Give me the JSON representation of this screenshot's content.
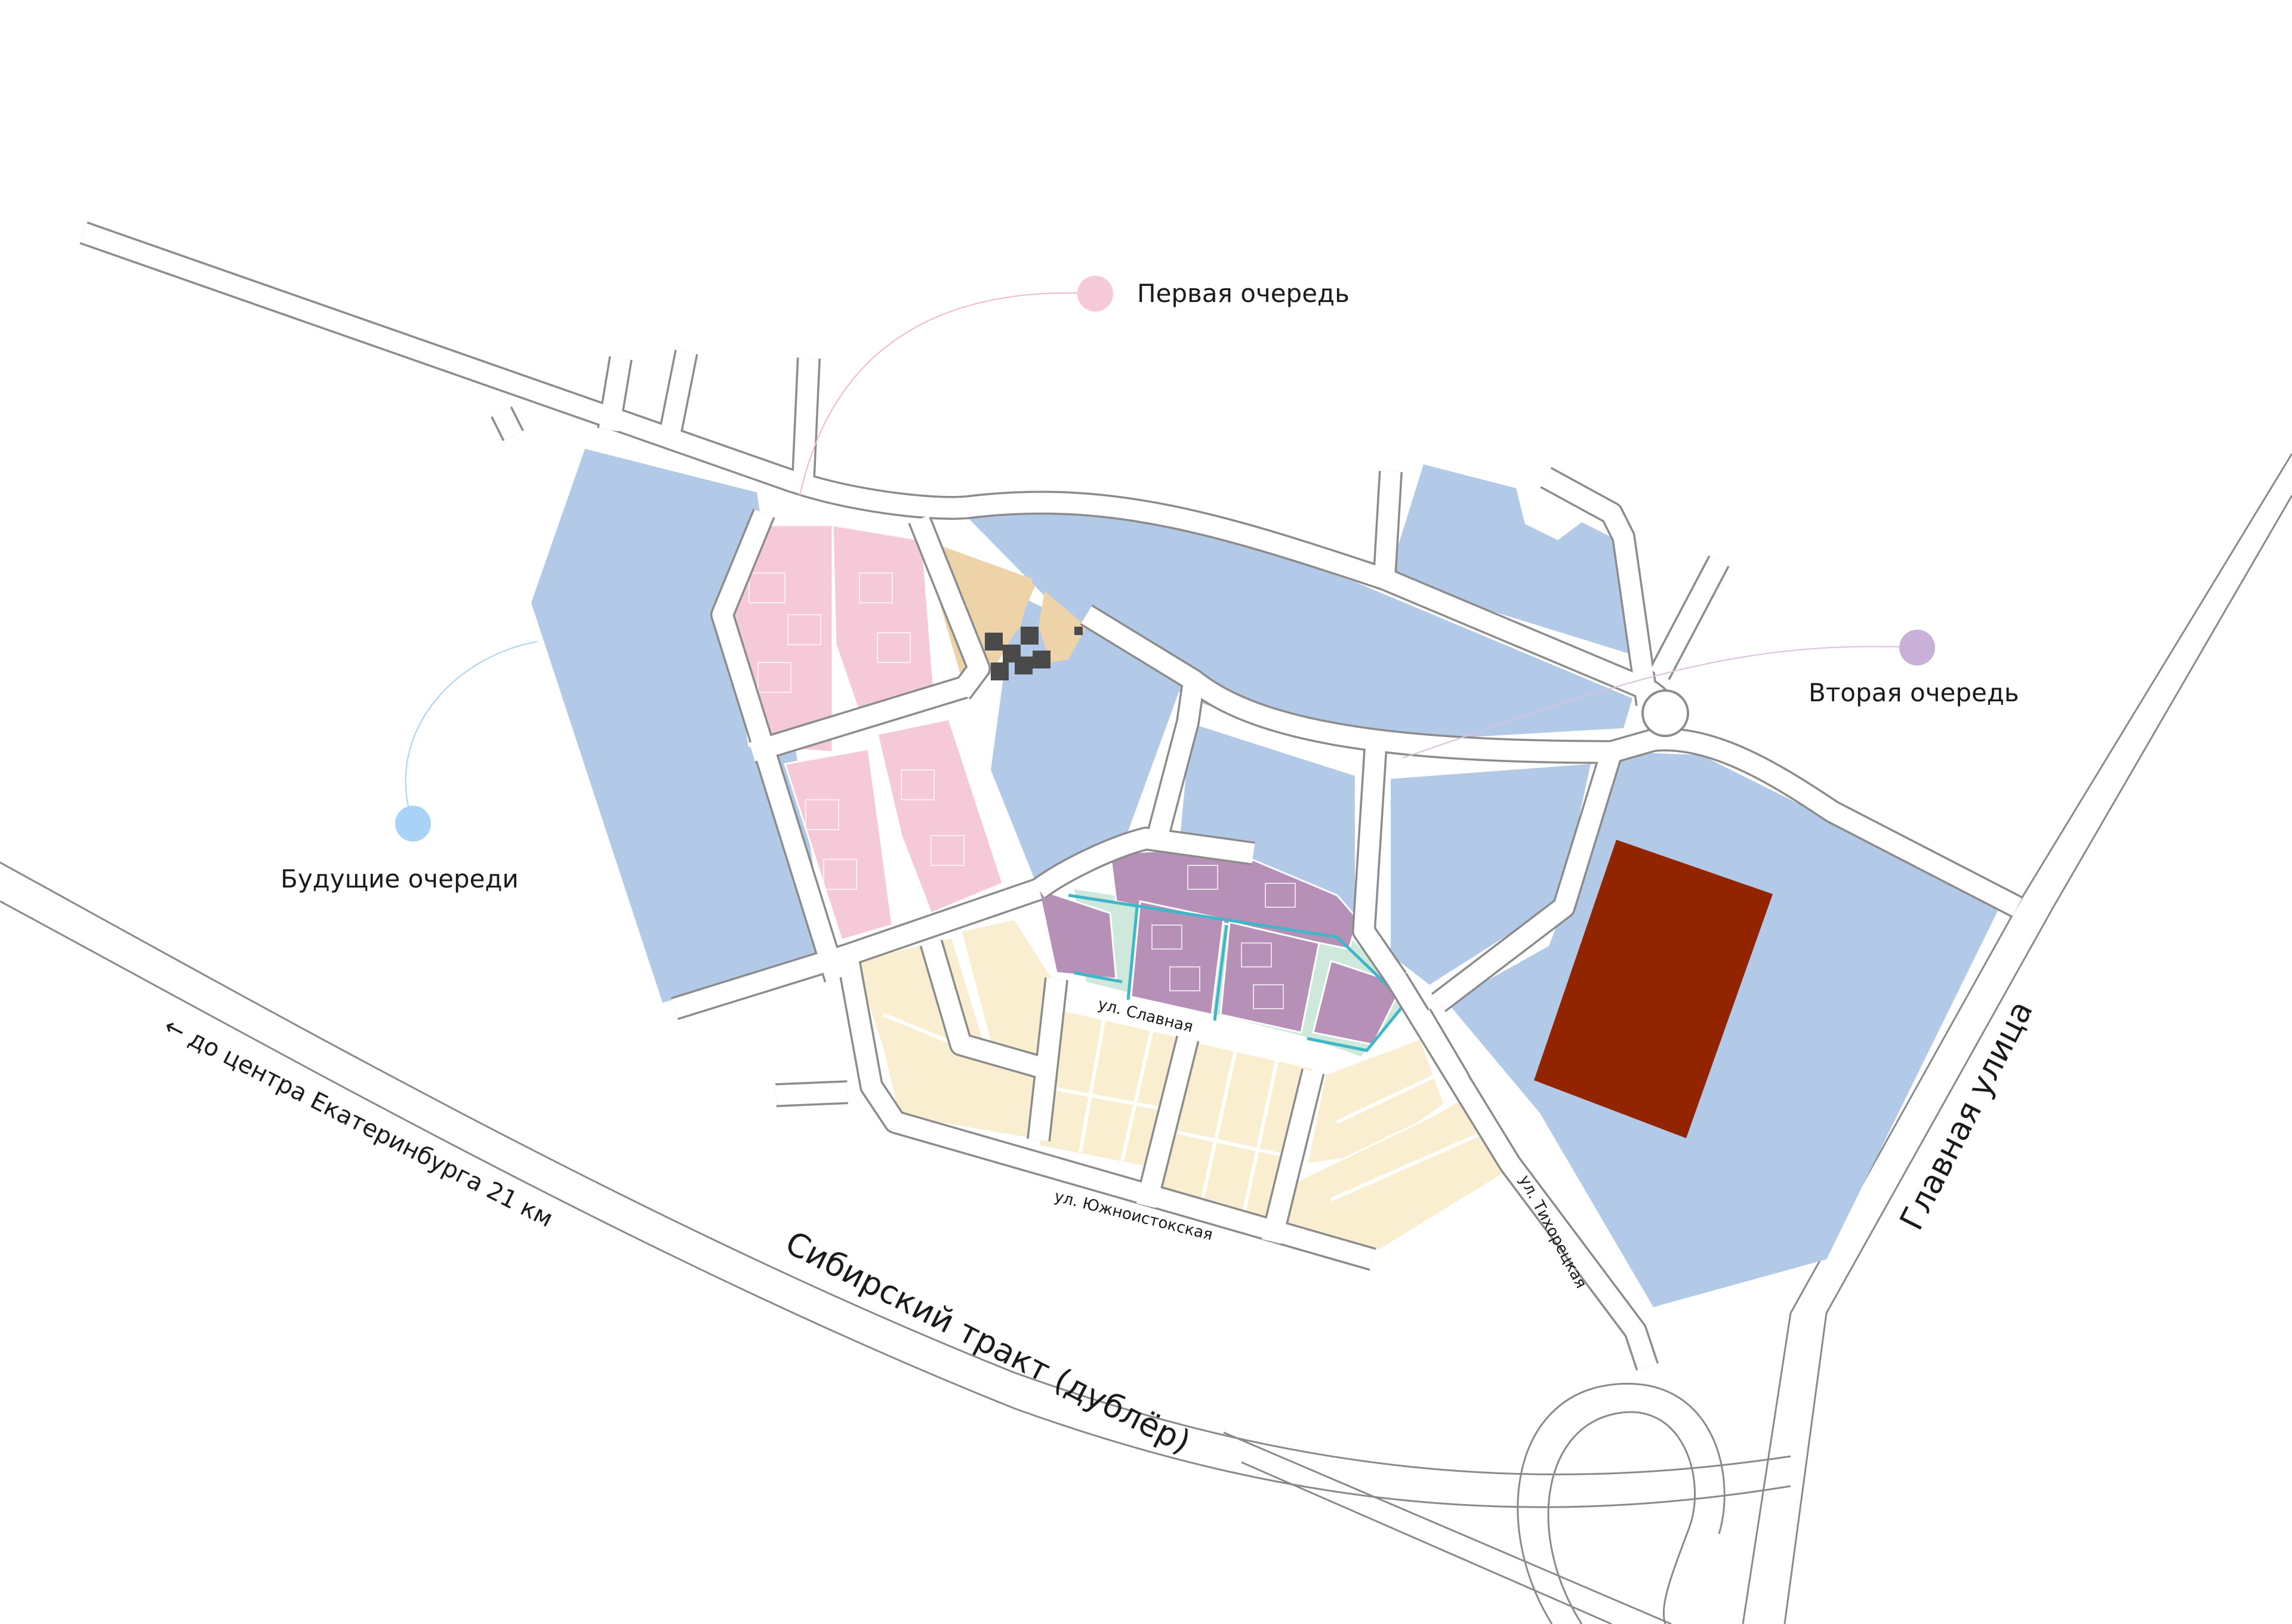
{
  "legend": {
    "first_phase": {
      "label": "Первая очередь",
      "color": "#f5c9d8"
    },
    "second_phase": {
      "label": "Вторая очередь",
      "color": "#c8b0d8"
    },
    "future_phases": {
      "label": "Будущие очереди",
      "color": "#a9d2f7"
    }
  },
  "streets": {
    "slavnaya": "ул. Славная",
    "yuzhnoistokskaya": "ул. Южноистокская",
    "tikhoretskaya": "ул. Тихорецкая",
    "siberian_tract": "Сибирский тракт (дублёр)",
    "main_street": "Главная улица",
    "to_center": "← до центра Екатеринбурга 21 км"
  },
  "colors": {
    "future_zone": "#b2cae8",
    "first_zone": "#f5c9d8",
    "second_zone": "#b690b6",
    "cream_zone": "#f9efd0",
    "school_zone": "#eed3a8",
    "landmark": "#932400"
  }
}
